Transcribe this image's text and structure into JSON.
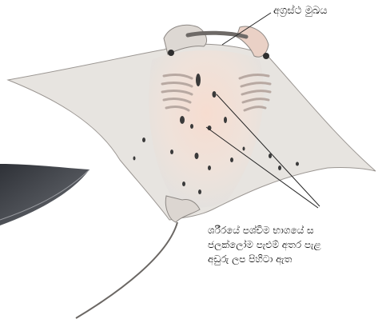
{
  "labels": {
    "mouth": "අග්‍රස්ථ මුඛය",
    "gill_note_lines": [
      "ශරීරයේ පශ්චිම භාගයේ ස",
      "ජලක්ලෝම පැළුම් අතර පැළ",
      "අඩුරු ලප  පිහිටා ඇත"
    ]
  },
  "colors": {
    "body": "#e9e6e2",
    "body_shade": "#cfcac6",
    "belly_blush": "#f4d7cb",
    "spots": "#3a3a3a",
    "wing_dark": "#3d4046",
    "leader_line": "#222222"
  }
}
